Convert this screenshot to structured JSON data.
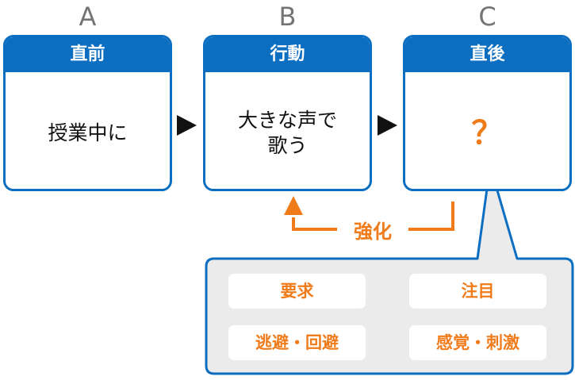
{
  "stages": [
    {
      "letter": "A",
      "header": "直前",
      "body": "授業中に"
    },
    {
      "letter": "B",
      "header": "行動",
      "body": "大きな声で\n歌う"
    },
    {
      "letter": "C",
      "header": "直後",
      "body": "？"
    }
  ],
  "reinforcement_label": "強化",
  "callout_items": [
    "要求",
    "注目",
    "逃避・回避",
    "感覚・刺激"
  ],
  "colors": {
    "box_blue": "#0b6ec0",
    "accent_orange": "#f07b1a",
    "callout_gray": "#ebebeb"
  }
}
